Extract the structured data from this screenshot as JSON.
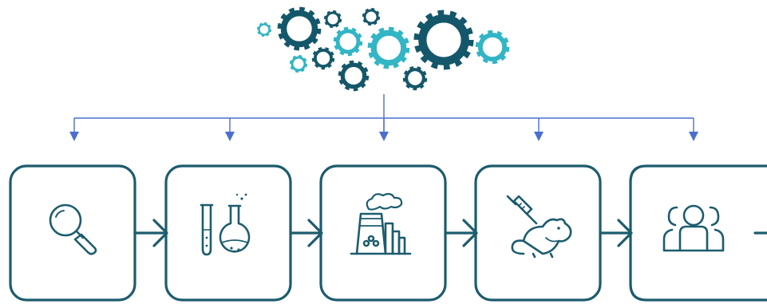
{
  "colors": {
    "teal_dark": "#15576a",
    "teal_light": "#32b5c5",
    "connector_blue": "#4a6fd0",
    "stroke": "#1c5c6e",
    "background": "#ffffff"
  },
  "header": {
    "graphic": "gears-cluster-icon"
  },
  "stages": [
    {
      "id": "research",
      "icon": "magnifying-glass-icon"
    },
    {
      "id": "laboratory",
      "icon": "test-tubes-flask-icon"
    },
    {
      "id": "manufacturing",
      "icon": "factory-icon"
    },
    {
      "id": "animal-testing",
      "icon": "syringe-mouse-icon"
    },
    {
      "id": "clinical-trials",
      "icon": "people-group-icon"
    }
  ]
}
